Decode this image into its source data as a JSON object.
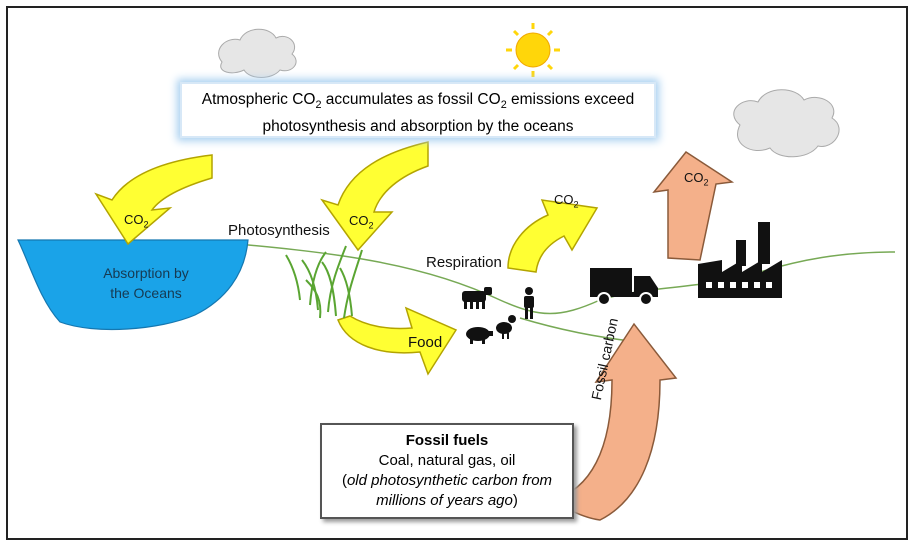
{
  "top_box": {
    "line1_a": "Atmospheric CO",
    "line1_sub": "2",
    "line1_b": " accumulates as fossil CO",
    "line1_sub2": "2",
    "line1_c": " emissions exceed",
    "line2": "photosynthesis and absorption by the oceans"
  },
  "labels": {
    "photosynthesis": "Photosynthesis",
    "respiration": "Respiration",
    "ocean_line1": "Absorption by",
    "ocean_line2": "the Oceans",
    "food": "Food",
    "fossil_carbon": "Fossil carbon",
    "co2_main": "CO",
    "co2_sub": "2"
  },
  "fossil_box": {
    "title": "Fossil fuels",
    "line1": "Coal, natural gas, oil",
    "line2_open": "(",
    "line2_italic": "old photosynthetic carbon from",
    "line3_italic": "millions of years ago",
    "line3_close": ")"
  },
  "colors": {
    "yellow_arrow": "#ffff33",
    "salmon_arrow": "#f4b08a",
    "ocean": "#1aa3e8",
    "ground_line": "#77a955",
    "sun": "#ffd60a",
    "cloud": "#e6e6e6"
  }
}
